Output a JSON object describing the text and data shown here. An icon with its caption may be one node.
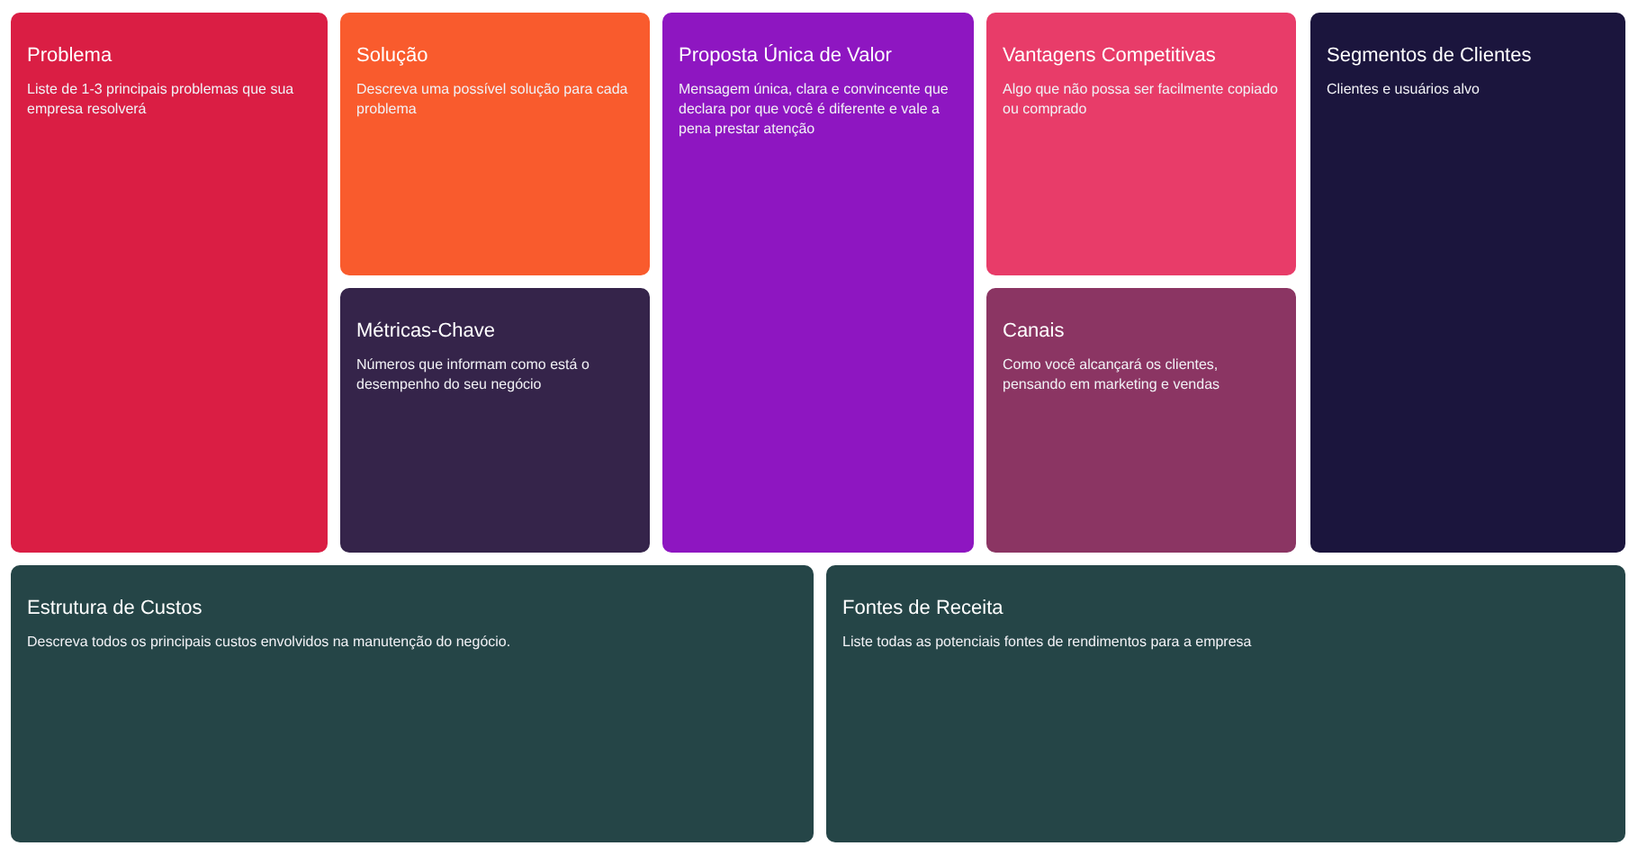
{
  "diagram": {
    "nodes": [
      {
        "text": [
          "Problema",
          "Liste de 1-3 principais problemas que sua empresa resolverá"
        ]
      },
      {
        "text": [
          "Solução",
          "Descreva uma possível solução para cada problema"
        ]
      },
      {
        "text": [
          "Métricas-Chave",
          "Números que informam como está o desempenho do seu negócio"
        ]
      },
      {
        "text": [
          "Proposta Única de Valor",
          "Mensagem única, clara e convincente que declara por que você é diferente e vale a pena prestar atenção"
        ]
      },
      {
        "text": [
          "Vantagens Competitivas",
          "Algo que não possa ser facilmente copiado ou comprado"
        ]
      },
      {
        "text": [
          "Canais",
          "Como você alcançará os clientes, pensando em marketing e vendas"
        ]
      },
      {
        "text": [
          "Segmentos de Clientes",
          "Clientes e usuários alvo"
        ]
      },
      {
        "text": [
          "Estrutura de Custos",
          "Descreva todos os principais custos envolvidos na manutenção do negócio."
        ]
      },
      {
        "text": [
          "Fontes de Receita",
          "Liste todas as potenciais fontes de rendimentos para a empresa"
        ]
      }
    ]
  }
}
